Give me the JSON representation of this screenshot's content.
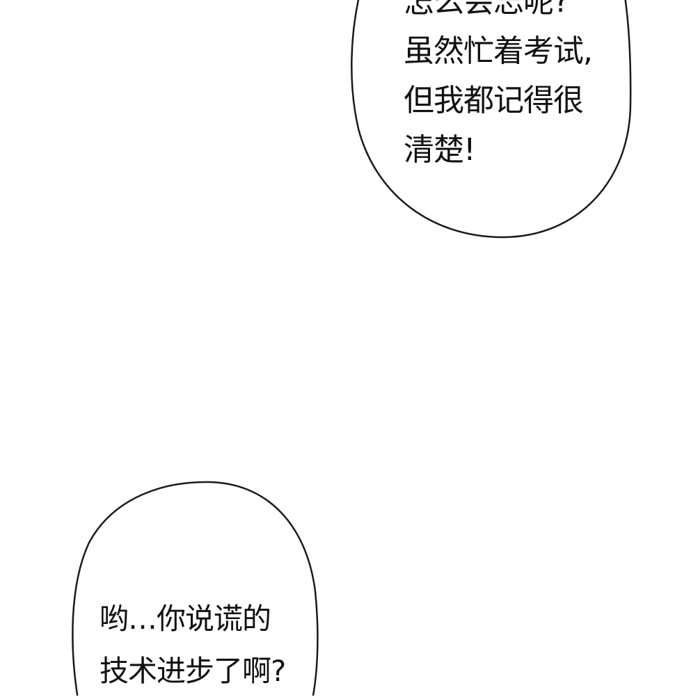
{
  "bubbles": {
    "top": {
      "lines": [
        "怎么会忘呢?",
        "虽然忙着考试,",
        "但我都记得很",
        "清楚!"
      ]
    },
    "bottom": {
      "lines": [
        "哟…你说谎的",
        "技术进步了啊?"
      ]
    }
  },
  "colors": {
    "background": "#ffffff",
    "outline": "#1a1a1a",
    "text": "#111111"
  }
}
